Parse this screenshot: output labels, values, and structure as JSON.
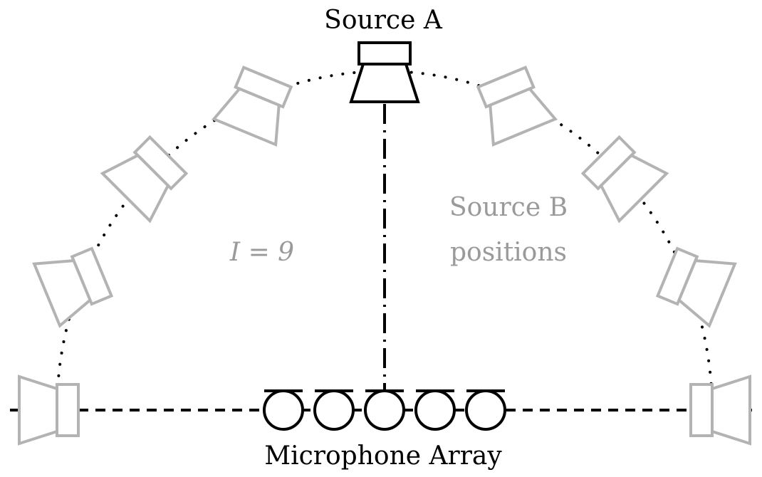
{
  "labels": {
    "source_a": "Source A",
    "source_b_line1": "Source B",
    "source_b_line2": "positions",
    "count": "I = 9",
    "mic_array": "Microphone Array"
  },
  "source_b_positions_deg": [
    0,
    22.5,
    45,
    67.5,
    112.5,
    135,
    157.5,
    180
  ],
  "microphone_count": 5,
  "colors": {
    "source_a": "#000000",
    "source_b": "#b3b3b3",
    "gray_text": "#9a9a9a"
  }
}
